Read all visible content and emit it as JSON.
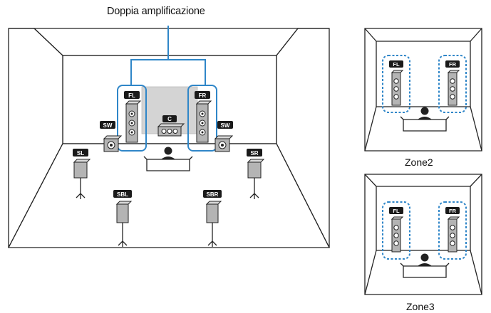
{
  "title": "Doppia amplificazione",
  "main_room": {
    "channels": {
      "fl": "FL",
      "fr": "FR",
      "c": "C",
      "sw_left": "SW",
      "sw_right": "SW",
      "sl": "SL",
      "sr": "SR",
      "sbl": "SBL",
      "sbr": "SBR"
    }
  },
  "zone2": {
    "label": "Zone2",
    "channels": {
      "fl": "FL",
      "fr": "FR"
    }
  },
  "zone3": {
    "label": "Zone3",
    "channels": {
      "fl": "FL",
      "fr": "FR"
    }
  },
  "colors": {
    "line": "#222222",
    "highlight": "#2f86c8",
    "speaker_gray": "#b4b4b4",
    "label_bg": "#1a1a1a",
    "screen_gray": "#d4d4d4"
  }
}
